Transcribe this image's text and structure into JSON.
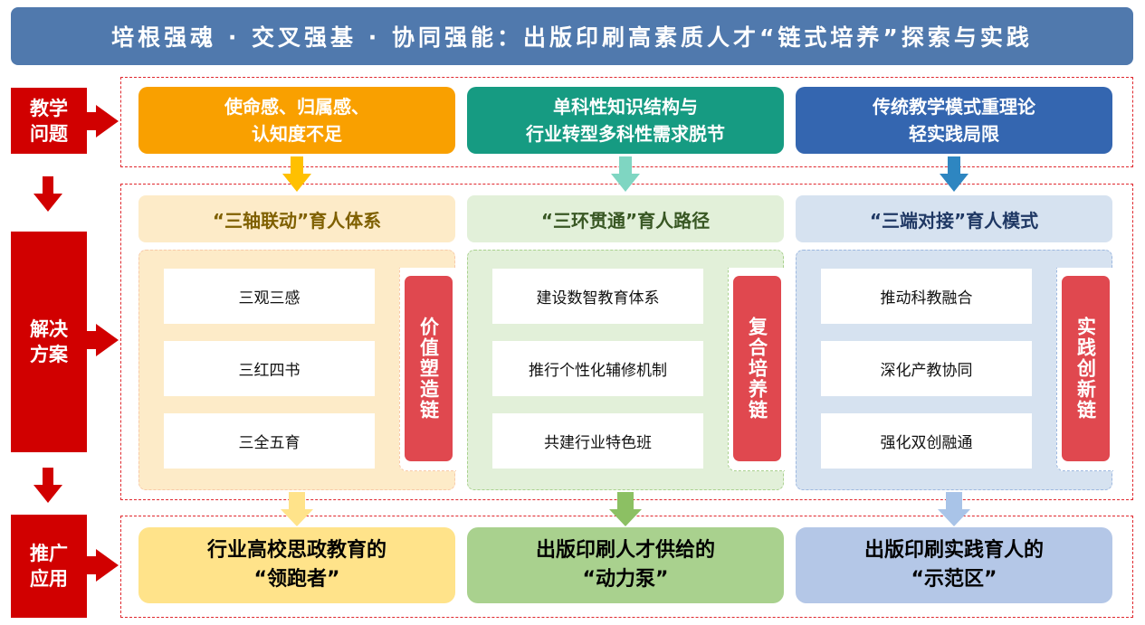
{
  "title": "培根强魂 · 交叉强基 · 协同强能：出版印刷高素质人才“链式培养”探索与实践",
  "stages": {
    "problem": "教学\n问题",
    "solution": "解决\n方案",
    "application": "推广\n应用"
  },
  "columns": [
    {
      "problem": "使命感、归属感、\n认知度不足",
      "header": "“三轴联动”育人体系",
      "items": [
        "三观三感",
        "三红四书",
        "三全五育"
      ],
      "chain": "价值塑造链",
      "result": "行业高校思政教育的\n“领跑者”",
      "colors": {
        "problem": "#f9a000",
        "arrow1": "#ffc000",
        "header_bg": "#fdebc8",
        "header_text": "#7f6000",
        "panel": "#fdebc8",
        "panel_border": "#f8c9a8",
        "arrow2": "#ffe38a",
        "result": "#ffe38a"
      }
    },
    {
      "problem": "单科性知识结构与\n行业转型多科性需求脱节",
      "header": "“三环贯通”育人路径",
      "items": [
        "建设数智教育体系",
        "推行个性化辅修机制",
        "共建行业特色班"
      ],
      "chain": "复合培养链",
      "result": "出版印刷人才供给的\n“动力泵”",
      "colors": {
        "problem": "#169b82",
        "arrow1": "#7fd6c2",
        "header_bg": "#e2f0d9",
        "header_text": "#385723",
        "panel": "#e2f0d9",
        "panel_border": "#a9d18e",
        "arrow2": "#8cc063",
        "result": "#a9d18e"
      }
    },
    {
      "problem": "传统教学模式重理论\n轻实践局限",
      "header": "“三端对接”育人模式",
      "items": [
        "推动科教融合",
        "深化产教协同",
        "强化双创融通"
      ],
      "chain": "实践创新链",
      "result": "出版印刷实践育人的\n“示范区”",
      "colors": {
        "problem": "#3466b0",
        "arrow1": "#2e86c1",
        "header_bg": "#d6e2f0",
        "header_text": "#1f3864",
        "panel": "#d6e2f0",
        "panel_border": "#9db8e0",
        "arrow2": "#a9c4e8",
        "result": "#b4c7e7"
      }
    }
  ]
}
